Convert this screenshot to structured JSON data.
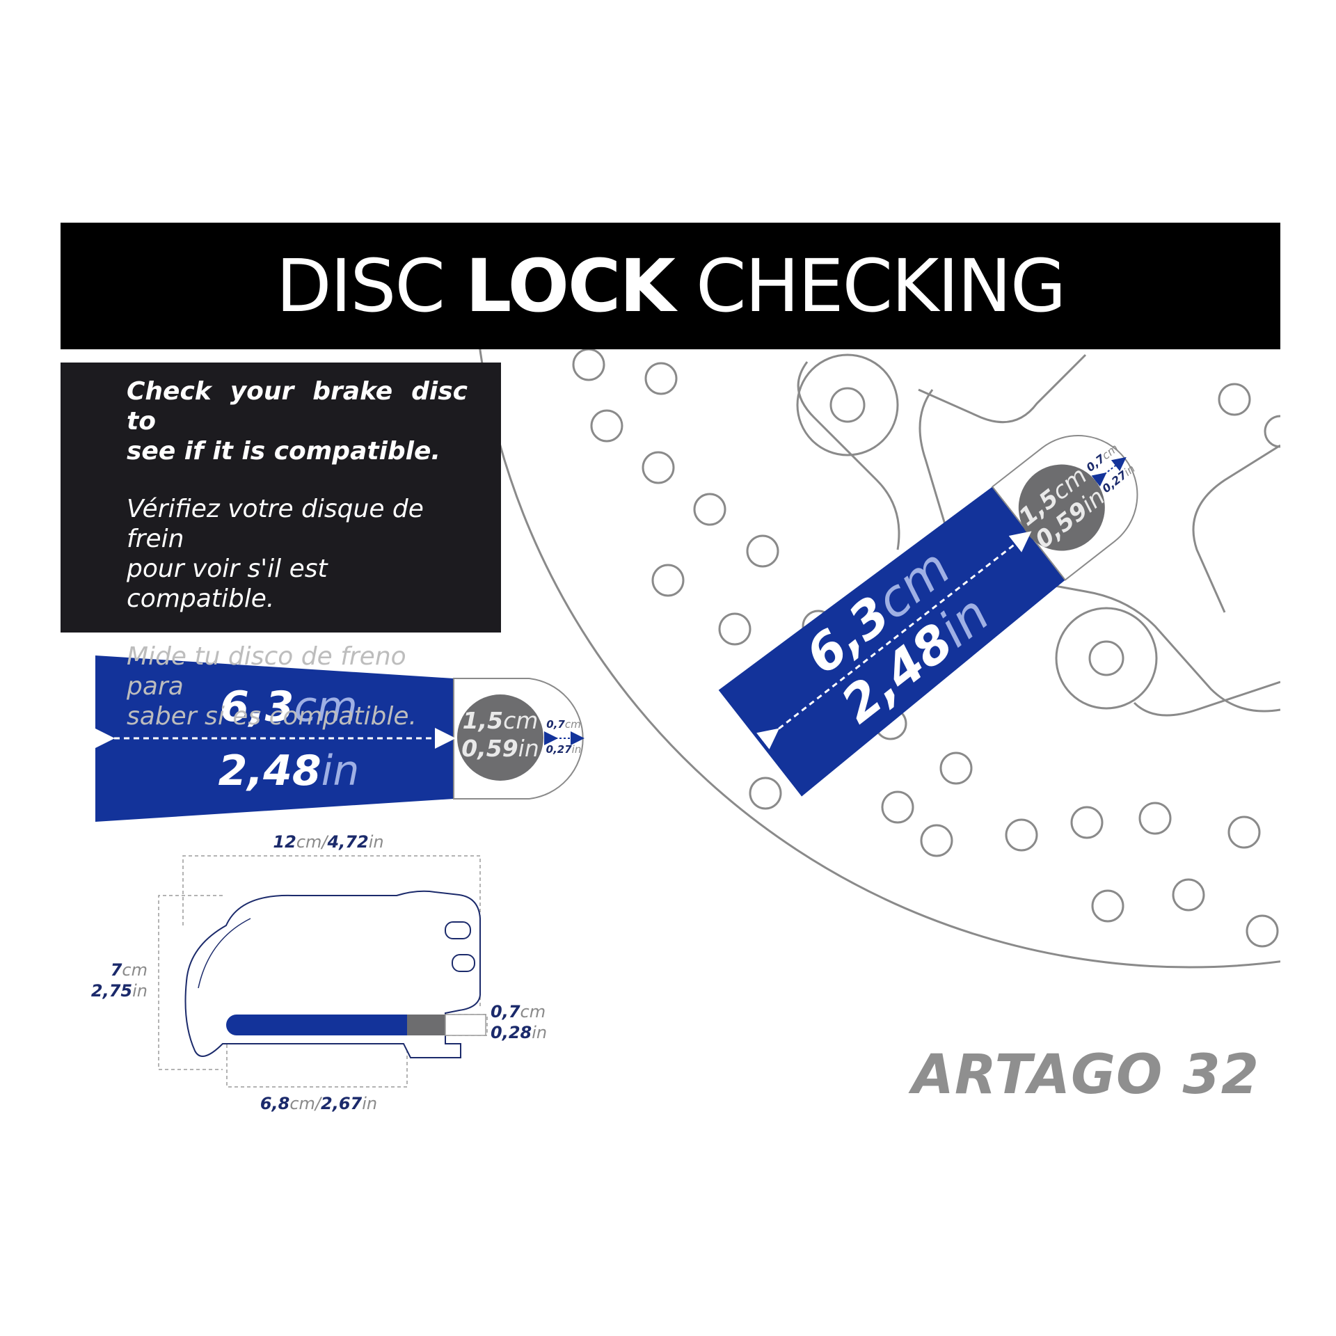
{
  "banner": {
    "title_part1": "DISC ",
    "title_bold": "LOCK",
    "title_part2": " CHECKING"
  },
  "info": {
    "en_line1": "Check your brake disc to",
    "en_line2": "see if it is compatible.",
    "fr_line1": "Vérifiez votre disque de frein",
    "fr_line2": "pour voir s'il est compatible.",
    "es_line1": "Mide tu disco de freno para",
    "es_line2": "saber si es compatible."
  },
  "gauge": {
    "length_cm_value": "6,3",
    "length_cm_unit": "cm",
    "length_in_value": "2,48",
    "length_in_unit": "in",
    "hole_cm_value": "1,5",
    "hole_cm_unit": "cm",
    "hole_in_value": "0,59",
    "hole_in_unit": "in",
    "thick_cm_value": "0,7",
    "thick_cm_unit": "cm",
    "thick_in_value": "0,27",
    "thick_in_unit": "in"
  },
  "lock": {
    "width_cm_value": "12",
    "width_cm_unit": "cm/",
    "width_in_value": "4,72",
    "width_in_unit": "in",
    "height_cm_value": "7",
    "height_cm_unit": "cm",
    "height_in_value": "2,75",
    "height_in_unit": "in",
    "pin_cm_value": "0,7",
    "pin_cm_unit": "cm",
    "pin_in_value": "0,28",
    "pin_in_unit": "in",
    "depth_cm_value": "6,8",
    "depth_cm_unit": "cm/",
    "depth_in_value": "2,67",
    "depth_in_unit": "in"
  },
  "product": {
    "name": "ARTAGO 32"
  },
  "colors": {
    "blue": "#13339a",
    "grey_hole": "#6d6d6f",
    "outline": "#8a8a8a",
    "navy_text": "#1b2a6b"
  }
}
